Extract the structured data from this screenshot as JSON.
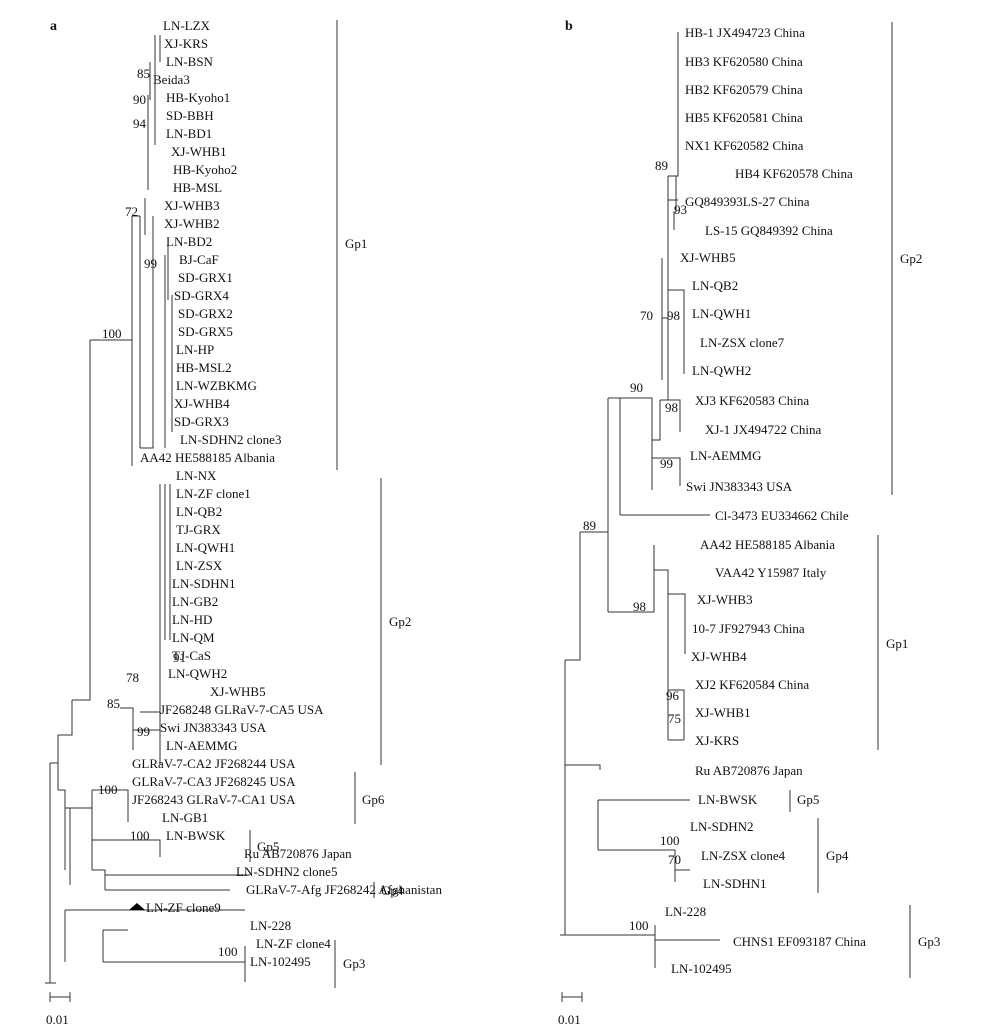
{
  "panels": [
    {
      "label": "a",
      "scale": "0.01",
      "taxa": [
        "LN-LZX",
        "XJ-KRS",
        "LN-BSN",
        "Beida3",
        "HB-Kyoho1",
        "SD-BBH",
        "LN-BD1",
        "XJ-WHB1",
        "HB-Kyoho2",
        "HB-MSL",
        "XJ-WHB3",
        "XJ-WHB2",
        "LN-BD2",
        "BJ-CaF",
        "SD-GRX1",
        "SD-GRX4",
        "SD-GRX2",
        "SD-GRX5",
        "LN-HP",
        "HB-MSL2",
        "LN-WZBKMG",
        "XJ-WHB4",
        "SD-GRX3",
        "LN-SDHN2 clone3",
        "AA42 HE588185 Albania",
        "LN-NX",
        "LN-ZF clone1",
        "LN-QB2",
        "TJ-GRX",
        "LN-QWH1",
        "LN-ZSX",
        "LN-SDHN1",
        "LN-GB2",
        "LN-HD",
        "LN-QM",
        "TJ-CaS",
        "LN-QWH2",
        "XJ-WHB5",
        "JF268248 GLRaV-7-CA5 USA",
        "Swi JN383343 USA",
        "LN-AEMMG",
        "GLRaV-7-CA2 JF268244 USA",
        "GLRaV-7-CA3 JF268245 USA",
        "JF268243 GLRaV-7-CA1 USA",
        "LN-GB1",
        "LN-BWSK",
        "Ru AB720876 Japan",
        "LN-SDHN2 clone5",
        "GLRaV-7-Afg JF268242 Afghanistan",
        "LN-ZF clone9",
        "LN-228",
        "LN-ZF clone4",
        "LN-102495"
      ],
      "bootstrap": [
        "85",
        "90",
        "94",
        "72",
        "99",
        "100",
        "91",
        "78",
        "85",
        "99",
        "100",
        "100",
        "100"
      ],
      "groups": [
        "Gp1",
        "Gp2",
        "Gp6",
        "Gp5",
        "Gp4",
        "Gp3"
      ],
      "marker": "triangle"
    },
    {
      "label": "b",
      "scale": "0.01",
      "taxa": [
        "HB-1 JX494723 China",
        "HB3 KF620580 China",
        "HB2 KF620579 China",
        "HB5 KF620581 China",
        "NX1 KF620582 China",
        "HB4 KF620578 China",
        "GQ849393LS-27 China",
        "LS-15 GQ849392 China",
        "XJ-WHB5",
        "LN-QB2",
        "LN-QWH1",
        "LN-ZSX clone7",
        "LN-QWH2",
        "XJ3 KF620583 China",
        "XJ-1 JX494722 China",
        "LN-AEMMG",
        "Swi JN383343 USA",
        "Cl-3473 EU334662 Chile",
        "AA42 HE588185 Albania",
        "VAA42 Y15987 Italy",
        "XJ-WHB3",
        "10-7 JF927943 China",
        "XJ-WHB4",
        "XJ2 KF620584 China",
        "XJ-WHB1",
        "XJ-KRS",
        "Ru AB720876 Japan",
        "LN-BWSK",
        "LN-SDHN2",
        "LN-ZSX clone4",
        "LN-SDHN1",
        "LN-228",
        "CHNS1 EF093187 China",
        "LN-102495"
      ],
      "bootstrap": [
        "89",
        "93",
        "70",
        "98",
        "98",
        "99",
        "90",
        "89",
        "98",
        "96",
        "75",
        "100",
        "70",
        "100"
      ],
      "groups": [
        "Gp2",
        "Gp1",
        "Gp5",
        "Gp4",
        "Gp3"
      ]
    }
  ]
}
